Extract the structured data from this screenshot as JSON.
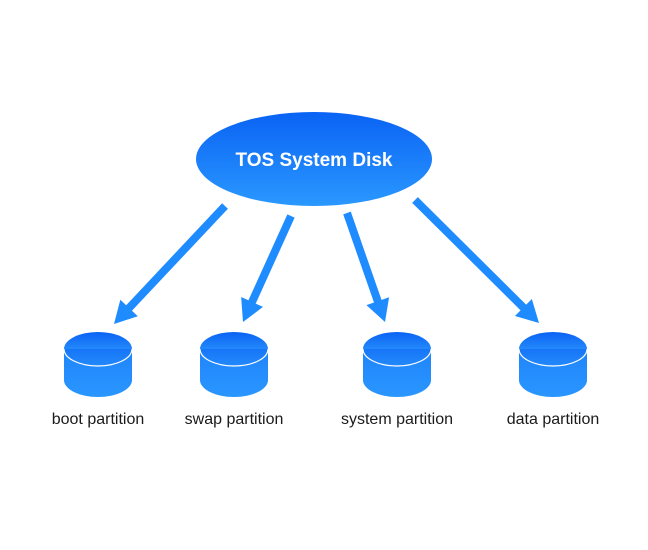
{
  "diagram": {
    "root": {
      "label": "TOS System Disk"
    },
    "partitions": [
      {
        "label": "boot partition"
      },
      {
        "label": "swap partition"
      },
      {
        "label": "system partition"
      },
      {
        "label": "data partition"
      }
    ],
    "edges": [
      {
        "from": "TOS System Disk",
        "to": "boot partition"
      },
      {
        "from": "TOS System Disk",
        "to": "swap partition"
      },
      {
        "from": "TOS System Disk",
        "to": "system partition"
      },
      {
        "from": "TOS System Disk",
        "to": "data partition"
      }
    ],
    "colors": {
      "node_top": "#0a66f5",
      "node_bottom": "#2a95ff",
      "arrow": "#1e8cff",
      "label_text": "#1a1a1a",
      "root_text": "#ffffff"
    }
  }
}
